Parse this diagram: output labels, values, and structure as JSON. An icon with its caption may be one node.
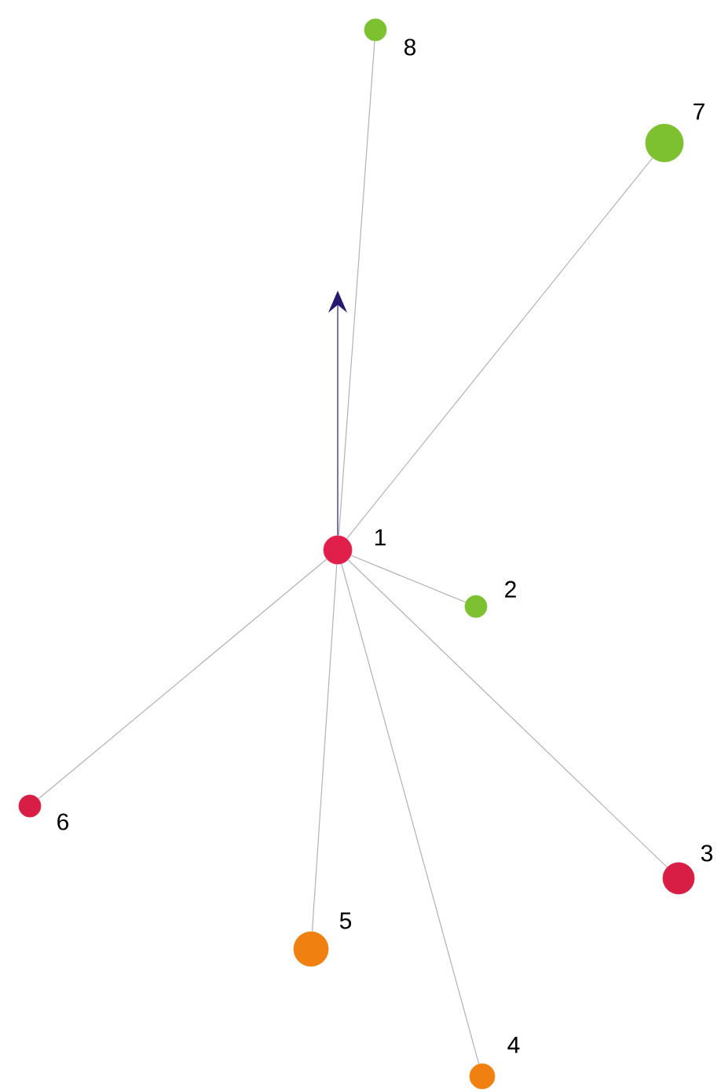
{
  "diagram": {
    "nodes": [
      {
        "text": [],
        "shape": "circle",
        "beside": [
          "1"
        ]
      },
      {
        "text": [],
        "shape": "circle",
        "beside": [
          "2"
        ]
      },
      {
        "text": [],
        "shape": "circle",
        "beside": [
          "3"
        ]
      },
      {
        "text": [],
        "shape": "circle",
        "beside": [
          "4"
        ]
      },
      {
        "text": [],
        "shape": "circle",
        "beside": [
          "5"
        ]
      },
      {
        "text": [],
        "shape": "circle",
        "beside": [
          "6"
        ]
      },
      {
        "text": [],
        "shape": "circle",
        "beside": [
          "7"
        ]
      },
      {
        "text": [],
        "shape": "circle",
        "beside": [
          "8"
        ]
      }
    ],
    "edges": [
      {
        "from": 0,
        "to": 1,
        "arrow": "none"
      },
      {
        "from": 0,
        "to": 2,
        "arrow": "none"
      },
      {
        "from": 0,
        "to": 3,
        "arrow": "none"
      },
      {
        "from": 0,
        "to": 4,
        "arrow": "none"
      },
      {
        "from": 0,
        "to": 5,
        "arrow": "none"
      },
      {
        "from": 0,
        "to": 6,
        "arrow": "none"
      },
      {
        "from": 0,
        "to": 7,
        "arrow": "none"
      },
      {
        "from": 0,
        "to": null,
        "arrow": "to",
        "color": "#241a6e"
      }
    ]
  }
}
